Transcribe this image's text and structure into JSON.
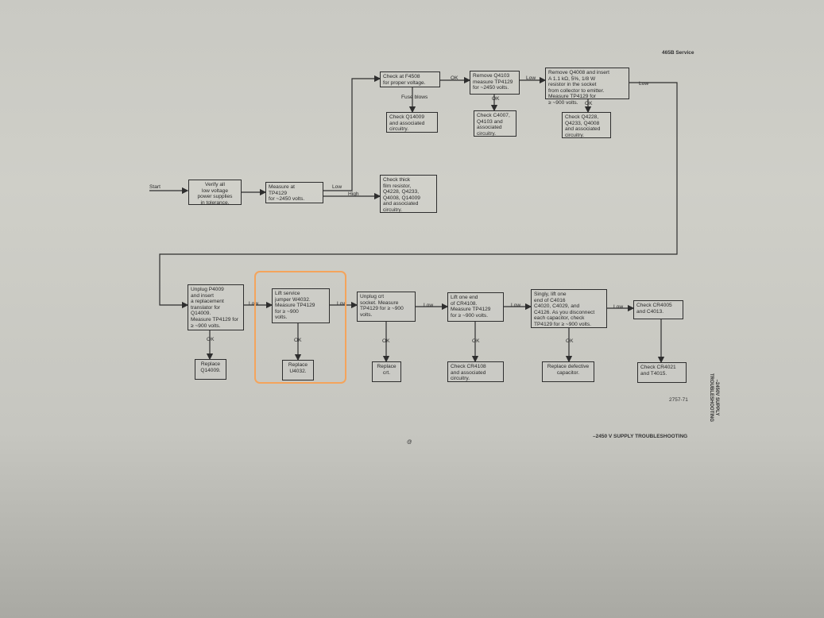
{
  "header": {
    "service": "465B Service",
    "figure_number": "2757-71",
    "page_title": "–2450 V SUPPLY TROUBLESHOOTING",
    "side_tab": "–2450V SUPPLY\nTROUBLESHOOTING",
    "footer_mark": "@"
  },
  "start_label": "Start",
  "boxes": {
    "verify": "Verify all\nlow voltage\npower supplies\nin tolerance.",
    "measure_tp": "Measure at\nTP4129\nfor ~2450 volts.",
    "check_f4508": "Check at F4508\nfor proper voltage.",
    "check_q14009": "Check Q14009\nand associated\ncircuitry.",
    "remove_q4103": "Remove Q4103\nmeasure TP4129\nfor ~2450 volts.",
    "check_c4007": "Check C4007,\nQ4103 and\nassociated\ncircuitry.",
    "remove_q4008": "Remove Q4008 and insert\nA 1.1 kΩ, 5%, 1/8 W\nresistor in the socket\nfrom collector to emitter.\nMeasure TP4129 for\n≥ ~900 volts.",
    "check_q4228": "Check Q4228,\nQ4233, Q4008\nand associated\ncircuitry.",
    "check_thick": "Check thick\nfilm resistor,\nQ4228, Q4233,\nQ4008, Q14009\nand associated\ncircuitry.",
    "unplug_p4009": "Unplug P4009\nand insert\na replacement\ntranslator for Q14009.\nMeasure TP4129 for\n≥ ~900 volts.",
    "replace_q14009": "Replace\nQ14009.",
    "lift_jumper": "Lift service\njumper W4032.\nMeasure TP4129\nfor ≥ ~900\nvolts.",
    "replace_u4032": "Replace\nU4032.",
    "unplug_crt": "Unplug crt\nsocket. Measure\nTP4129 for ≥ ~900\nvolts.",
    "replace_crt": "Replace\ncrt.",
    "lift_cr4108": "Lift one end\nof CR4108.\nMeasure TP4129\nfor ≥ ~900 volts.",
    "check_cr4108": "Check CR4108\nand associated\ncircuitry.",
    "singly_lift": "Singly, lift one\nend of C4016\nC4020, C4029, and\nC4126. As you disconnect\neach capacitor, check\nTP4129 for ≥ ~900 volts.",
    "replace_capacitor": "Replace defective\ncapacitor.",
    "check_cr4005": "Check CR4005\nand C4013.",
    "check_cr4021": "Check CR4021\nand T4015."
  },
  "edge_labels": {
    "low": "Low",
    "high": "High",
    "ok": "OK",
    "fuse_blows": "Fuse blows"
  }
}
